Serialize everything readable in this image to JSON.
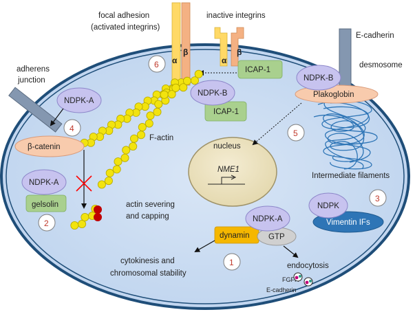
{
  "labels": {
    "focal_adhesion_line1": "focal adhesion",
    "focal_adhesion_line2": "(activated integrins)",
    "inactive_integrins": "inactive integrins",
    "e_cadherin_top": "E-cadherin",
    "desmosome": "desmosome",
    "adherens_line1": "adherens",
    "adherens_line2": "junction",
    "f_actin": "F-actin",
    "nucleus": "nucleus",
    "nme1": "NME1",
    "intermediate_filaments": "Intermediate filaments",
    "actin_sev_line1": "actin severing",
    "actin_sev_line2": "and capping",
    "cytokinesis_line1": "cytokinesis and",
    "cytokinesis_line2": "chromosomal stability",
    "endocytosis": "endocytosis",
    "fgfr": "FGFR",
    "e_cadherin_bottom": "E-cadherin"
  },
  "proteins": {
    "ndpk_a_adherens": "NDPK-A",
    "beta_catenin": "β-catenin",
    "ndpk_a_gelsolin": "NDPK-A",
    "gelsolin": "gelsolin",
    "ndpk_b_cyto": "NDPK-B",
    "icap1_cyto": "ICAP-1",
    "icap1_membrane": "ICAP-1",
    "ndpk_b_desmosome": "NDPK-B",
    "plakoglobin": "Plakoglobin",
    "ndpk": "NDPK",
    "vimentin": "Vimentin IFs",
    "ndpk_a_dynamin": "NDPK-A",
    "dynamin": "dynamin",
    "gtp": "GTP"
  },
  "integrin_subunits": {
    "alpha": "α",
    "beta": "β"
  },
  "step_numbers": [
    "1",
    "2",
    "3",
    "4",
    "5",
    "6"
  ],
  "colors": {
    "cell_fill": "#c5d9f0",
    "membrane": "#1f4e79",
    "nucleus_fill": "#ece3c1",
    "ndpk_fill": "#c7c3ef",
    "icap_fill": "#a9d08e",
    "catenin_fill": "#f8cbad",
    "actin": "#f2e30f",
    "filaments": "#2e75b6",
    "vimentin_fill": "#2e75b6",
    "dynamin_fill": "#f5b700",
    "gtp_fill": "#d0d0d0",
    "alpha_integrin": "#ffd966",
    "beta_integrin": "#f4b183",
    "cadherin": "#8497b0",
    "capping": "#c00000",
    "inhibition_cross": "#ff0000"
  }
}
